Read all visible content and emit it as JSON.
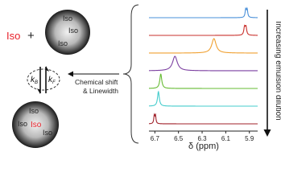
{
  "scheme": {
    "free_label": "Iso",
    "plus": "+",
    "droplet_top_labels": [
      "Iso",
      "Iso",
      "Iso"
    ],
    "droplet_bottom_labels": [
      "Iso",
      "Iso",
      "Iso"
    ],
    "droplet_bottom_highlight": "Iso",
    "rate_back": "k",
    "rate_back_sub": "B",
    "rate_fwd": "k",
    "rate_fwd_sub": "F",
    "arrow_caption_line1": "Chemical shift",
    "arrow_caption_line2": "& Linewidth",
    "colors": {
      "highlight": "#e8202a",
      "droplet_dark": "#1a1a1a",
      "droplet_light": "#f2f2f2"
    }
  },
  "chart_data": {
    "type": "line",
    "title": "",
    "xlabel": "δ (ppm)",
    "ylabel": "Increasing emulsion dilution",
    "x_reversed": true,
    "xlim": [
      6.75,
      5.83
    ],
    "xticks": [
      6.7,
      6.5,
      6.3,
      6.1,
      5.9
    ],
    "xtick_labels": [
      "6.7",
      "6.5",
      "6.3",
      "6.1",
      "5.9"
    ],
    "grid": false,
    "series": [
      {
        "color": "#4a90d9",
        "peaks": [
          {
            "center": 5.925,
            "width": 0.006,
            "height": 1.0,
            "split": 0.012
          }
        ]
      },
      {
        "color": "#c9302c",
        "peaks": [
          {
            "center": 5.935,
            "width": 0.007,
            "height": 1.0,
            "split": 0.012
          }
        ]
      },
      {
        "color": "#f0a030",
        "peaks": [
          {
            "center": 6.2,
            "width": 0.022,
            "height": 1.0,
            "split": 0
          }
        ]
      },
      {
        "color": "#7b3fa0",
        "peaks": [
          {
            "center": 6.53,
            "width": 0.024,
            "height": 1.0,
            "split": 0
          }
        ]
      },
      {
        "color": "#66bb33",
        "peaks": [
          {
            "center": 6.65,
            "width": 0.01,
            "height": 1.0,
            "split": 0
          }
        ]
      },
      {
        "color": "#44cccc",
        "peaks": [
          {
            "center": 6.67,
            "width": 0.009,
            "height": 1.0,
            "split": 0
          }
        ]
      },
      {
        "color": "#a0202a",
        "peaks": [
          {
            "center": 6.7,
            "width": 0.005,
            "height": 1.0,
            "split": 0.01
          }
        ]
      }
    ]
  }
}
